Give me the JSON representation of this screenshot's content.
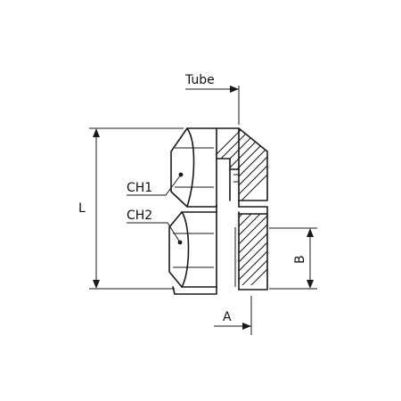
{
  "labels": {
    "tube": "Tube",
    "ch1": "CH1",
    "ch2": "CH2",
    "length": "L",
    "thread_b": "B",
    "dim_a": "A"
  }
}
